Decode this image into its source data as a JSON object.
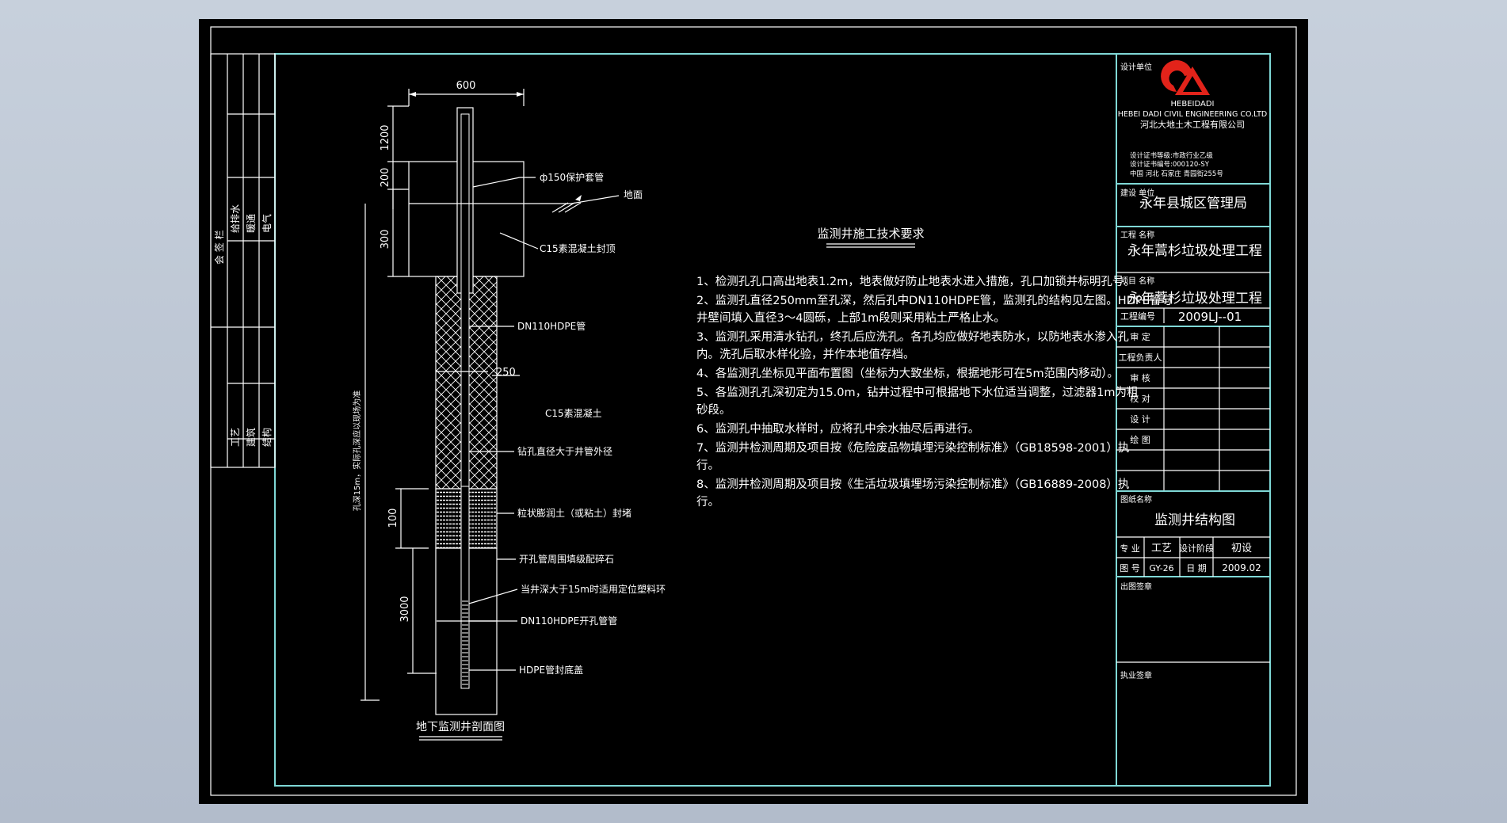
{
  "drawing": {
    "section_title": "地下监测井剖面图",
    "dims": {
      "width": "600",
      "top_1200": "1200",
      "d_200": "200",
      "d_300": "300",
      "d_100": "100",
      "d_3000": "3000",
      "d_250": "250",
      "depth_note": "孔深15m，实际孔深应以现场为准"
    },
    "labels": {
      "guard": "ф150保护套管",
      "ground": "地面",
      "seal": "C15素混凝土封顶",
      "pipe": "DN110HDPE管",
      "concrete": "C15素混凝土",
      "bore": "钻孔直径大于井管外径",
      "clay": "粒状膨润土（或粘土）封堵",
      "gravel": "开孔管周围填级配碎石",
      "ring": "当井深大于15m时适用定位塑料环",
      "screen": "DN110HDPE开孔管管",
      "cap": "HDPE管封底盖"
    }
  },
  "notes": {
    "title": "监测井施工技术要求",
    "lines": [
      "1、检测孔孔口高出地表1.2m，地表做好防止地表水进入措施，孔口加锁并标明孔号。",
      "2、监测孔直径250mm至孔深，然后孔中DN110HDPE管，监测孔的结构见左图。HDPE管与",
      "   井壁间填入直径3～4圆砾，上部1m段则采用粘土严格止水。",
      "3、监测孔采用清水钻孔，终孔后应洗孔。各孔均应做好地表防水，以防地表水渗入孔",
      "   内。洗孔后取水样化验，并作本地值存档。",
      "4、各监测孔坐标见平面布置图（坐标为大致坐标，根据地形可在5m范围内移动）。",
      "5、各监测孔孔深初定为15.0m，钻井过程中可根据地下水位适当调整，过滤器1m为粗",
      "   砂段。",
      "6、监测孔中抽取水样时，应将孔中余水抽尽后再进行。",
      "7、监测井检测周期及项目按《危险废品物填埋污染控制标准》（GB18598-2001）执",
      "   行。",
      "8、监测井检测周期及项目按《生活垃圾填埋场污染控制标准》（GB16889-2008）执",
      "   行。"
    ]
  },
  "left_strip": {
    "col1": "会  签  栏",
    "col2_top": "给排水",
    "col3_top": "暖通",
    "col4_top": "电气",
    "col2_bot": "工艺",
    "col3_bot": "建筑",
    "col4_bot": "结构"
  },
  "title_block": {
    "design_unit_label": "设计单位",
    "company_abbr": "HEBEIDADI",
    "company_en": "HEBEI DADI CIVIL ENGINEERING CO.LTD",
    "company_cn": "河北大地土木工程有限公司",
    "cert_grade": "设计证书等级:市政行业乙级",
    "cert_no": "设计证书编号:000120-SY",
    "address": "中国  河北  石家庄  青园街255号",
    "client_label": "建设 单位",
    "client": "永年县城区管理局",
    "project_label": "工程 名称",
    "project": "永年蒿杉垃圾处理工程",
    "item_label": "项目 名称",
    "item": "永年蒿杉垃圾处理工程",
    "project_no_label": "工程编号",
    "project_no": "2009LJ--01",
    "roles": [
      "审  定",
      "工程负责人",
      "审  核",
      "校  对",
      "设  计",
      "绘  图"
    ],
    "drawing_name_label": "图纸名称",
    "drawing_name": "监测井结构图",
    "discipline_label": "专 业",
    "discipline": "工艺",
    "stage_label": "设计阶段",
    "stage": "初设",
    "drawing_no_label": "图 号",
    "drawing_no": "GY-26",
    "date_label": "日  期",
    "date": "2009.02",
    "issue_sign_label": "出图签章",
    "license_sign_label": "执业签章"
  },
  "colors": {
    "background": "#000000",
    "line": "#ffffff",
    "frame": "#7fd8d6",
    "logo": "#e2231a"
  }
}
